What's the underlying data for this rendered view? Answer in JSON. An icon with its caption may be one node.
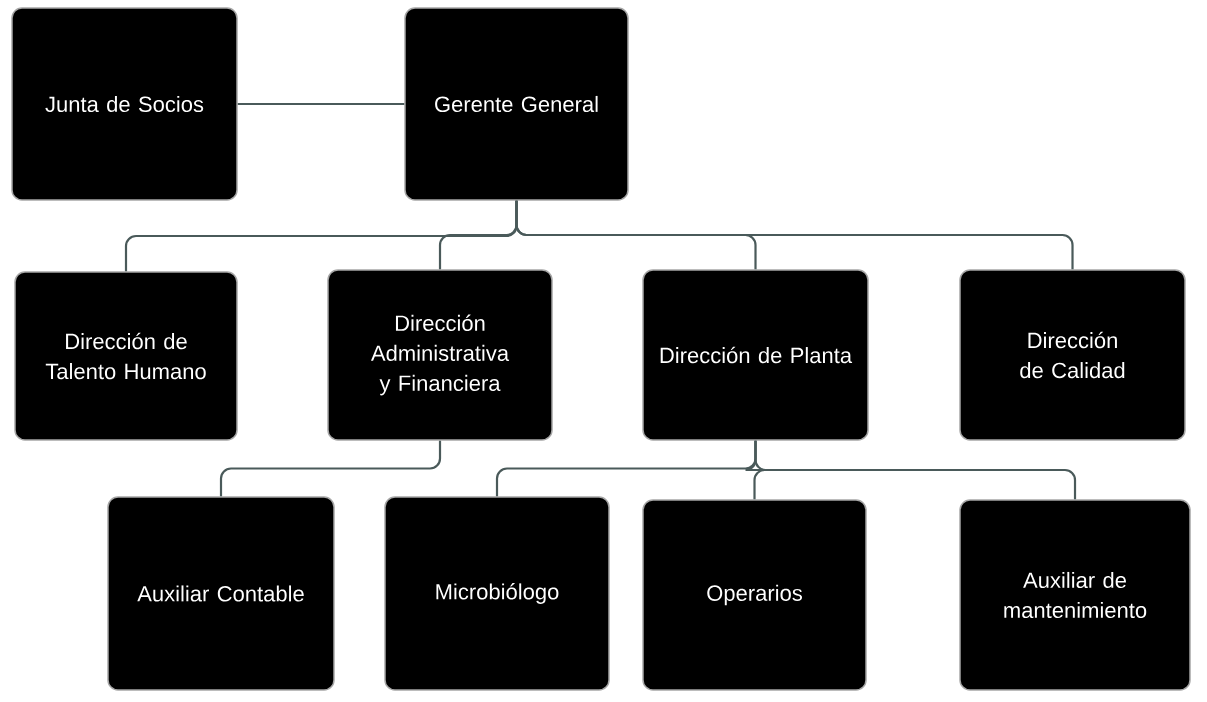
{
  "diagram": {
    "nodes": [
      {
        "text": [
          "Junta de Socios"
        ]
      },
      {
        "text": [
          "Gerente General"
        ]
      },
      {
        "text": [
          "Dirección de Talento Humano"
        ]
      },
      {
        "text": [
          "Dirección Administrativa y Financiera"
        ]
      },
      {
        "text": [
          "Dirección de Planta"
        ]
      },
      {
        "text": [
          "Dirección de Calidad"
        ]
      },
      {
        "text": [
          "Auxiliar Contable"
        ]
      },
      {
        "text": [
          "Microbiólogo"
        ]
      },
      {
        "text": [
          "Operarios"
        ]
      },
      {
        "text": [
          "Auxiliar de mantenimiento"
        ]
      }
    ],
    "edges": [
      {
        "from": 0,
        "to": 1,
        "arrow": "none"
      },
      {
        "from": 1,
        "to": 2,
        "arrow": "none"
      },
      {
        "from": 1,
        "to": 3,
        "arrow": "none"
      },
      {
        "from": 1,
        "to": 4,
        "arrow": "none"
      },
      {
        "from": 1,
        "to": 5,
        "arrow": "none"
      },
      {
        "from": 3,
        "to": 6,
        "arrow": "none"
      },
      {
        "from": 4,
        "to": 7,
        "arrow": "none"
      },
      {
        "from": 4,
        "to": 8,
        "arrow": "none"
      },
      {
        "from": 4,
        "to": 9,
        "arrow": "none"
      }
    ]
  }
}
